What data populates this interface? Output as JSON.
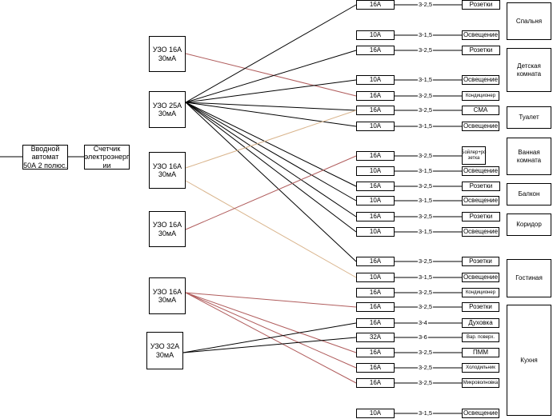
{
  "main_breaker": "Вводной\nавтомат\n50А 2 полюс.",
  "meter": "Счетчик\nэлектроэнерг\nии",
  "rcds": [
    "УЗО 16А\n30мА",
    "УЗО 25А\n30мА",
    "УЗО 16А\n30мА",
    "УЗО 16А\n30мА",
    "УЗО 16А\n30мА",
    "УЗО 32А\n30мА"
  ],
  "circuits": [
    {
      "breaker": "16А",
      "cable": "3-2,5",
      "load": "Розетки"
    },
    {
      "breaker": "10А",
      "cable": "3-1,5",
      "load": "Освещение"
    },
    {
      "breaker": "16А",
      "cable": "3-2,5",
      "load": "Розетки"
    },
    {
      "breaker": "10А",
      "cable": "3-1,5",
      "load": "Освещение"
    },
    {
      "breaker": "16А",
      "cable": "3-2,5",
      "load": "Кондиционер"
    },
    {
      "breaker": "16А",
      "cable": "3-2,5",
      "load": "СМА"
    },
    {
      "breaker": "10А",
      "cable": "3-1,5",
      "load": "Освещение"
    },
    {
      "breaker": "16А",
      "cable": "3-2,5",
      "load": "Бойлер+ро\nзетка"
    },
    {
      "breaker": "10А",
      "cable": "3-1,5",
      "load": "Освещение"
    },
    {
      "breaker": "16А",
      "cable": "3-2,5",
      "load": "Розетки"
    },
    {
      "breaker": "10А",
      "cable": "3-1,5",
      "load": "Освещение"
    },
    {
      "breaker": "16А",
      "cable": "3-2,5",
      "load": "Розетки"
    },
    {
      "breaker": "10А",
      "cable": "3-1,5",
      "load": "Освещение"
    },
    {
      "breaker": "16А",
      "cable": "3-2,5",
      "load": "Розетки"
    },
    {
      "breaker": "10А",
      "cable": "3-1,5",
      "load": "Освещение"
    },
    {
      "breaker": "16А",
      "cable": "3-2,5",
      "load": "Кондиционер"
    },
    {
      "breaker": "16А",
      "cable": "3-2,5",
      "load": "Розетки"
    },
    {
      "breaker": "16А",
      "cable": "3-4",
      "load": "Духовка"
    },
    {
      "breaker": "32А",
      "cable": "3-6",
      "load": "Вар. поверх."
    },
    {
      "breaker": "16А",
      "cable": "3-2,5",
      "load": "ПММ"
    },
    {
      "breaker": "16А",
      "cable": "3-2,5",
      "load": "Холодильник"
    },
    {
      "breaker": "16А",
      "cable": "3-2,5",
      "load": "Микроволновка"
    },
    {
      "breaker": "10А",
      "cable": "3-1,5",
      "load": "Освещение"
    }
  ],
  "rooms": [
    "Спальня",
    "Детская\nкомната",
    "Туалет",
    "Ванная\nкомната",
    "Балкон",
    "Коридор",
    "Гостиная",
    "Кухня"
  ],
  "colors": {
    "line": "#000000",
    "wire_red": "#b05c5c",
    "wire_tan": "#d9b48c"
  }
}
